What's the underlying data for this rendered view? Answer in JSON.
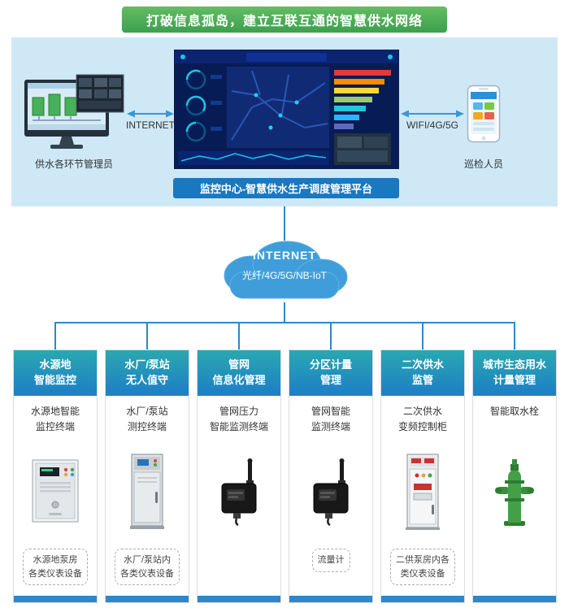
{
  "banner": {
    "title": "打破信息孤岛，建立互联互通的智慧供水网络"
  },
  "hub": {
    "admin_label": "供水各环节管理员",
    "left_link_label": "INTERNET",
    "right_link_label": "WIFI/4G/5G",
    "patrol_label": "巡检人员",
    "platform_label": "监控中心-智慧供水生产调度管理平台",
    "icons": {
      "left": "desktop-monitor-scada",
      "center": "dashboard-screenshot",
      "right": "mobile-phone"
    }
  },
  "cloud": {
    "line1": "INTERNET",
    "line2": "光纤/4G/5G/NB-IoT",
    "icon": "network-cloud"
  },
  "colors": {
    "banner_green": "#3ca04e",
    "panel_blue": "#cfe8f6",
    "accent_blue": "#2f86c8",
    "header_gradient_top": "#2aa8b0",
    "header_gradient_bottom": "#1e82c4",
    "platform_blue": "#1a78c0",
    "cloud_blue": "#3f9ed9"
  },
  "columns": [
    {
      "title1": "水源地",
      "title2": "智能监控",
      "sub1": "水源地智能",
      "sub2": "监控终端",
      "device_icon": "wall-mounted-cabinet",
      "note1": "水源地泵房",
      "note2": "各类仪表设备"
    },
    {
      "title1": "水厂/泵站",
      "title2": "无人值守",
      "sub1": "水厂/泵站",
      "sub2": "测控终端",
      "device_icon": "floor-standing-cabinet",
      "note1": "水厂/泵站内",
      "note2": "各类仪表设备"
    },
    {
      "title1": "管网",
      "title2": "信息化管理",
      "sub1": "管网压力",
      "sub2": "智能监测终端",
      "device_icon": "pressure-monitoring-terminal"
    },
    {
      "title1": "分区计量",
      "title2": "管理",
      "sub1": "管网智能",
      "sub2": "监测终端",
      "device_icon": "smart-monitoring-terminal",
      "note1": "流量计"
    },
    {
      "title1": "二次供水",
      "title2": "监管",
      "sub1": "二次供水",
      "sub2": "变频控制柜",
      "device_icon": "vfd-control-cabinet",
      "note1": "二供泵房内各",
      "note2": "类仪表设备"
    },
    {
      "title1": "城市生态用水",
      "title2": "计量管理",
      "sub1": "智能取水栓",
      "device_icon": "smart-hydrant"
    }
  ]
}
